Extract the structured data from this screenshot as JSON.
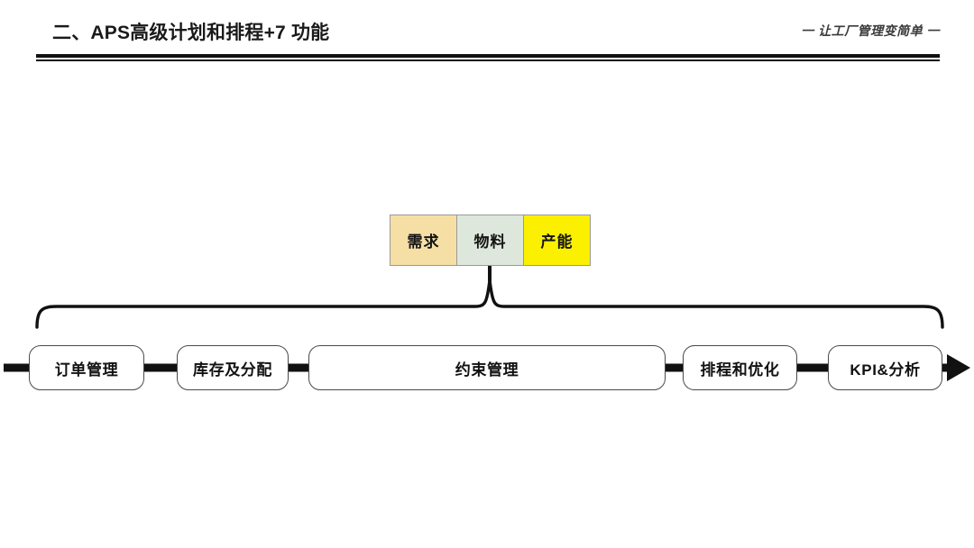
{
  "header": {
    "title": "二、APS高级计划和排程+7 功能",
    "tagline": "一 让工厂管理变简单 一"
  },
  "diagram": {
    "categories": [
      {
        "label": "需求",
        "color": "#F5DFA5"
      },
      {
        "label": "物料",
        "color": "#DEE7DC"
      },
      {
        "label": "产能",
        "color": "#FAF000"
      }
    ],
    "process_steps": [
      {
        "label": "订单管理"
      },
      {
        "label": "库存及分配"
      },
      {
        "label": "约束管理"
      },
      {
        "label": "排程和优化"
      },
      {
        "label": "KPI&分析"
      }
    ],
    "connector_color": "#111111",
    "box_border_color": "#4a4a4a"
  }
}
